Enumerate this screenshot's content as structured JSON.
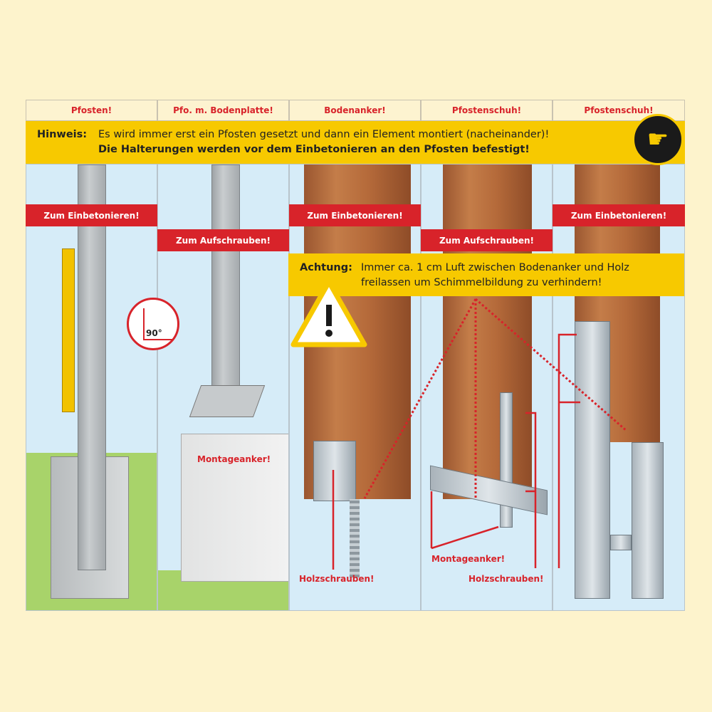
{
  "columns": [
    "Pfosten!",
    "Pfo. m. Bodenplatte!",
    "Bodenanker!",
    "Pfostenschuh!",
    "Pfostenschuh!"
  ],
  "hint": {
    "label": "Hinweis:",
    "line1": "Es wird immer erst ein Pfosten gesetzt und dann ein Element montiert (nacheinander)!",
    "line2": "Die Halterungen werden vor dem Einbetonieren an den Pfosten befestigt!",
    "icon": "pointing-hand-icon"
  },
  "mount_labels": [
    "Zum Einbetonieren!",
    "Zum Aufschrauben!",
    "Zum Einbetonieren!",
    "Zum Aufschrauben!",
    "Zum Einbetonieren!"
  ],
  "warning": {
    "label": "Achtung:",
    "line1": "Immer ca. 1 cm Luft zwischen Bodenanker und Holz",
    "line2": "freilassen um Schimmelbildung zu verhindern!"
  },
  "angle": "90°",
  "annotations": {
    "montageanker_p2": "Montageanker!",
    "holzschrauben_p3": "Holzschrauben!",
    "montageanker_p4": "Montageanker!",
    "holzschrauben_p4": "Holzschrauben!"
  },
  "colors": {
    "accent_red": "#d8232a",
    "banner_yellow": "#f7c900",
    "background": "#fdf3cc",
    "panel_blue": "#d6ecf8"
  }
}
